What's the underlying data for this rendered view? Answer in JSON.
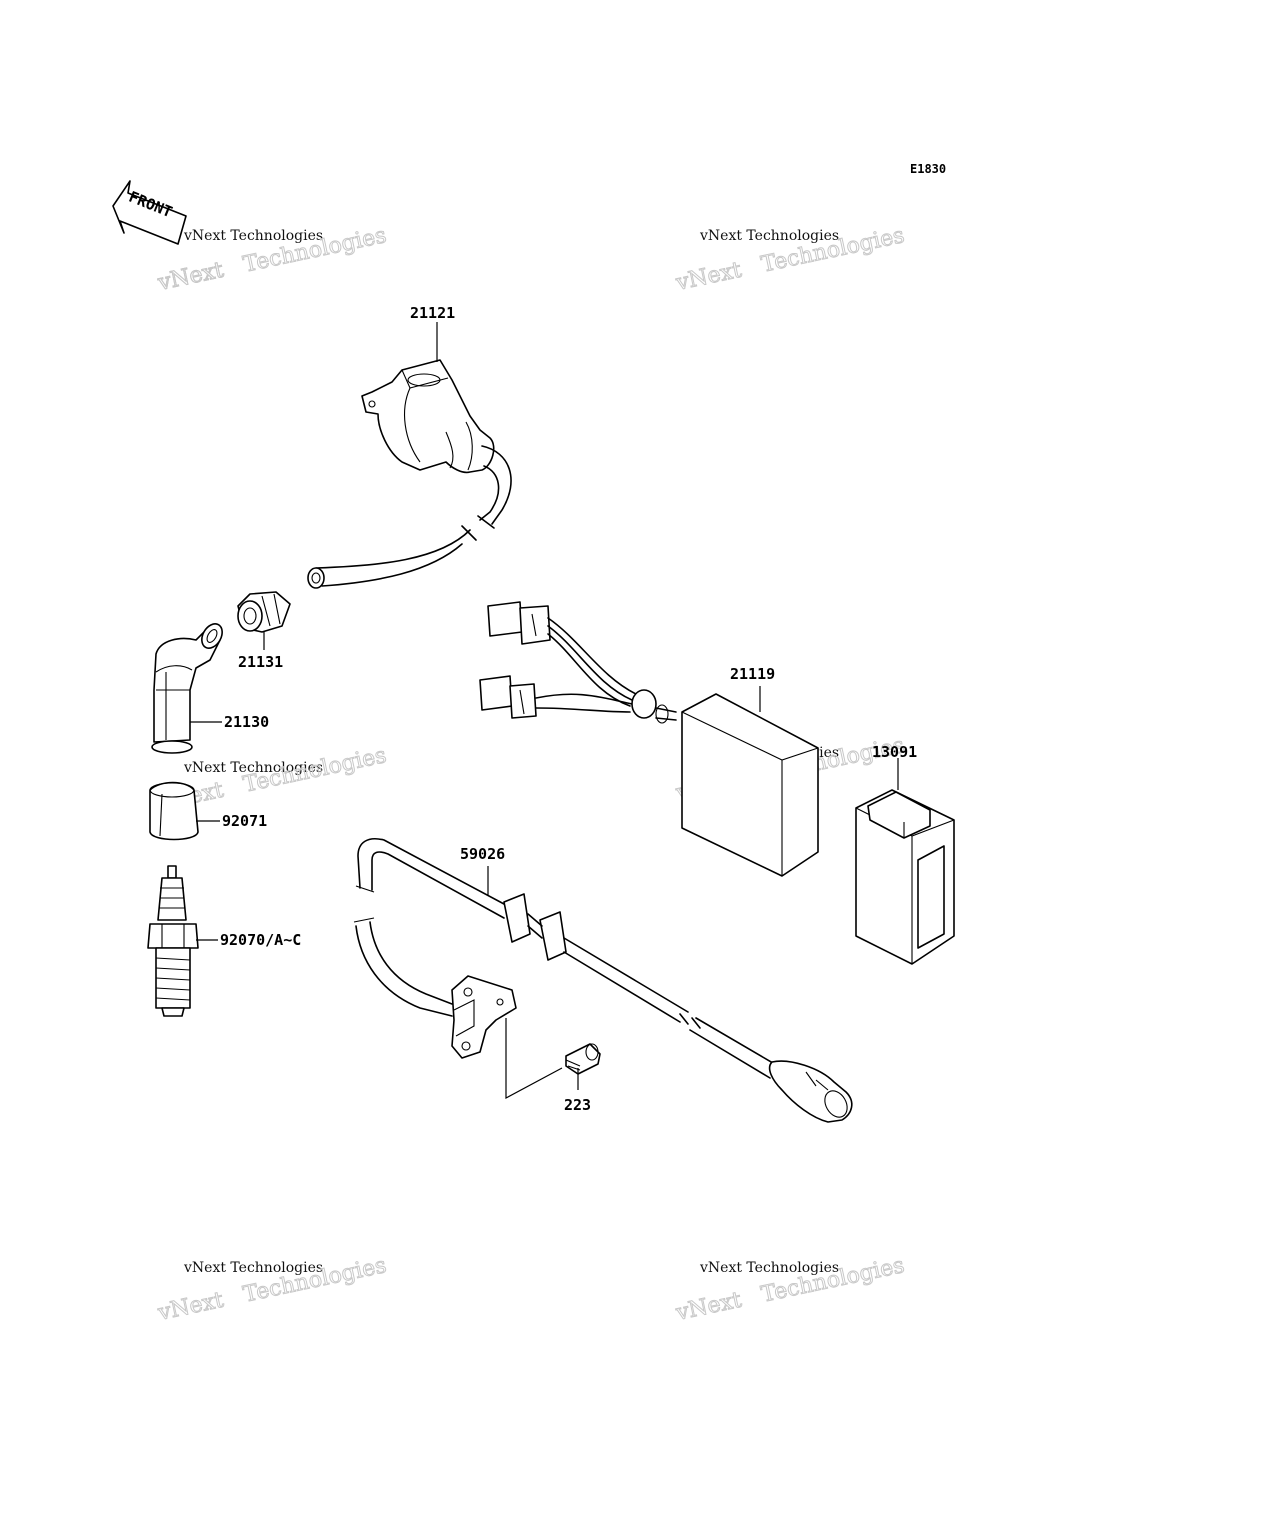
{
  "diagram_code": "E1830",
  "front_label": "FRONT",
  "watermark": {
    "line1": "vNext Technologies",
    "line2": "vNext Technologies",
    "outline": "vNext   Technologies"
  },
  "callouts": {
    "coil": "21121",
    "cap": "21131",
    "plug_cap": "21130",
    "boot": "92071",
    "spark_plug": "92070/A~C",
    "cdi_unit": "21119",
    "relay_box": "13091",
    "lead_wire": "59026",
    "screw": "223"
  }
}
